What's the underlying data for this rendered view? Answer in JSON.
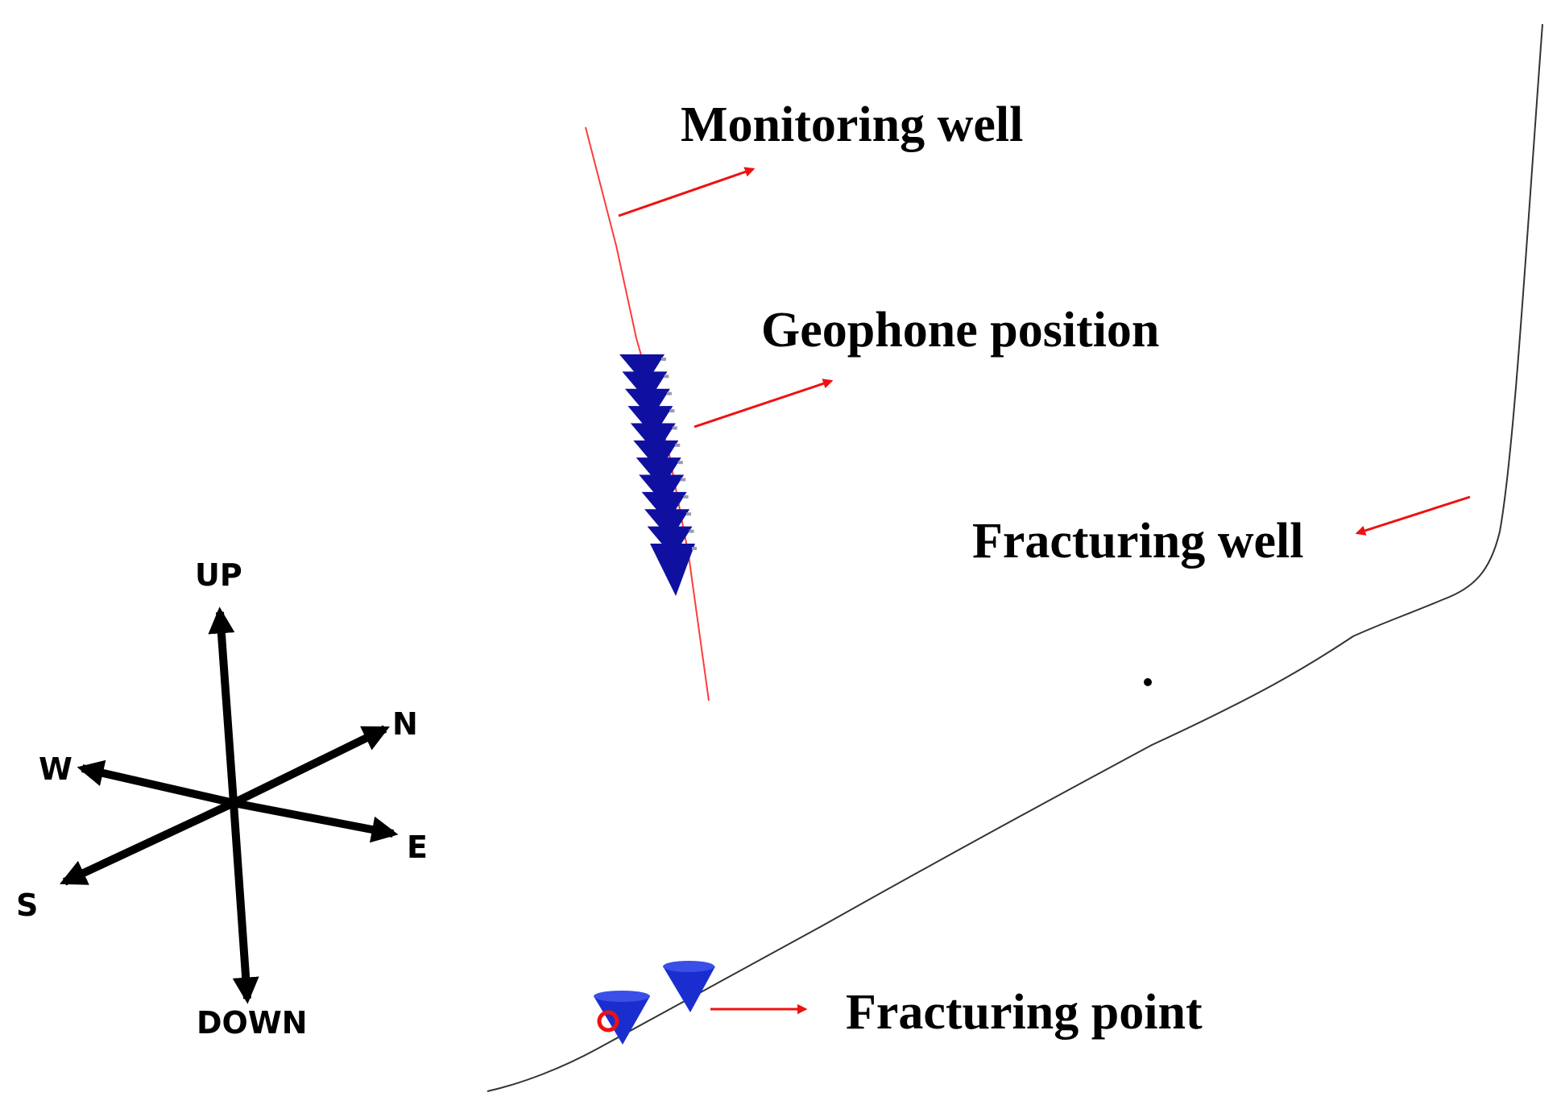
{
  "labels": {
    "monitoring_well": "Monitoring well",
    "geophone_position": "Geophone position",
    "fracturing_well": "Fracturing well",
    "fracturing_point": "Fracturing point"
  },
  "compass": {
    "up": "UP",
    "down": "DOWN",
    "north": "N",
    "south": "S",
    "east": "E",
    "west": "W"
  },
  "colors": {
    "monitoring_well_line": "#ff3b3b",
    "fracturing_well_line": "#333333",
    "pointer_arrow": "#ee1111",
    "geophone": "#1010a0",
    "fracture_marker": "#1a2ed0",
    "fracture_point_ring": "#ee1111"
  },
  "geophone_count": 12
}
